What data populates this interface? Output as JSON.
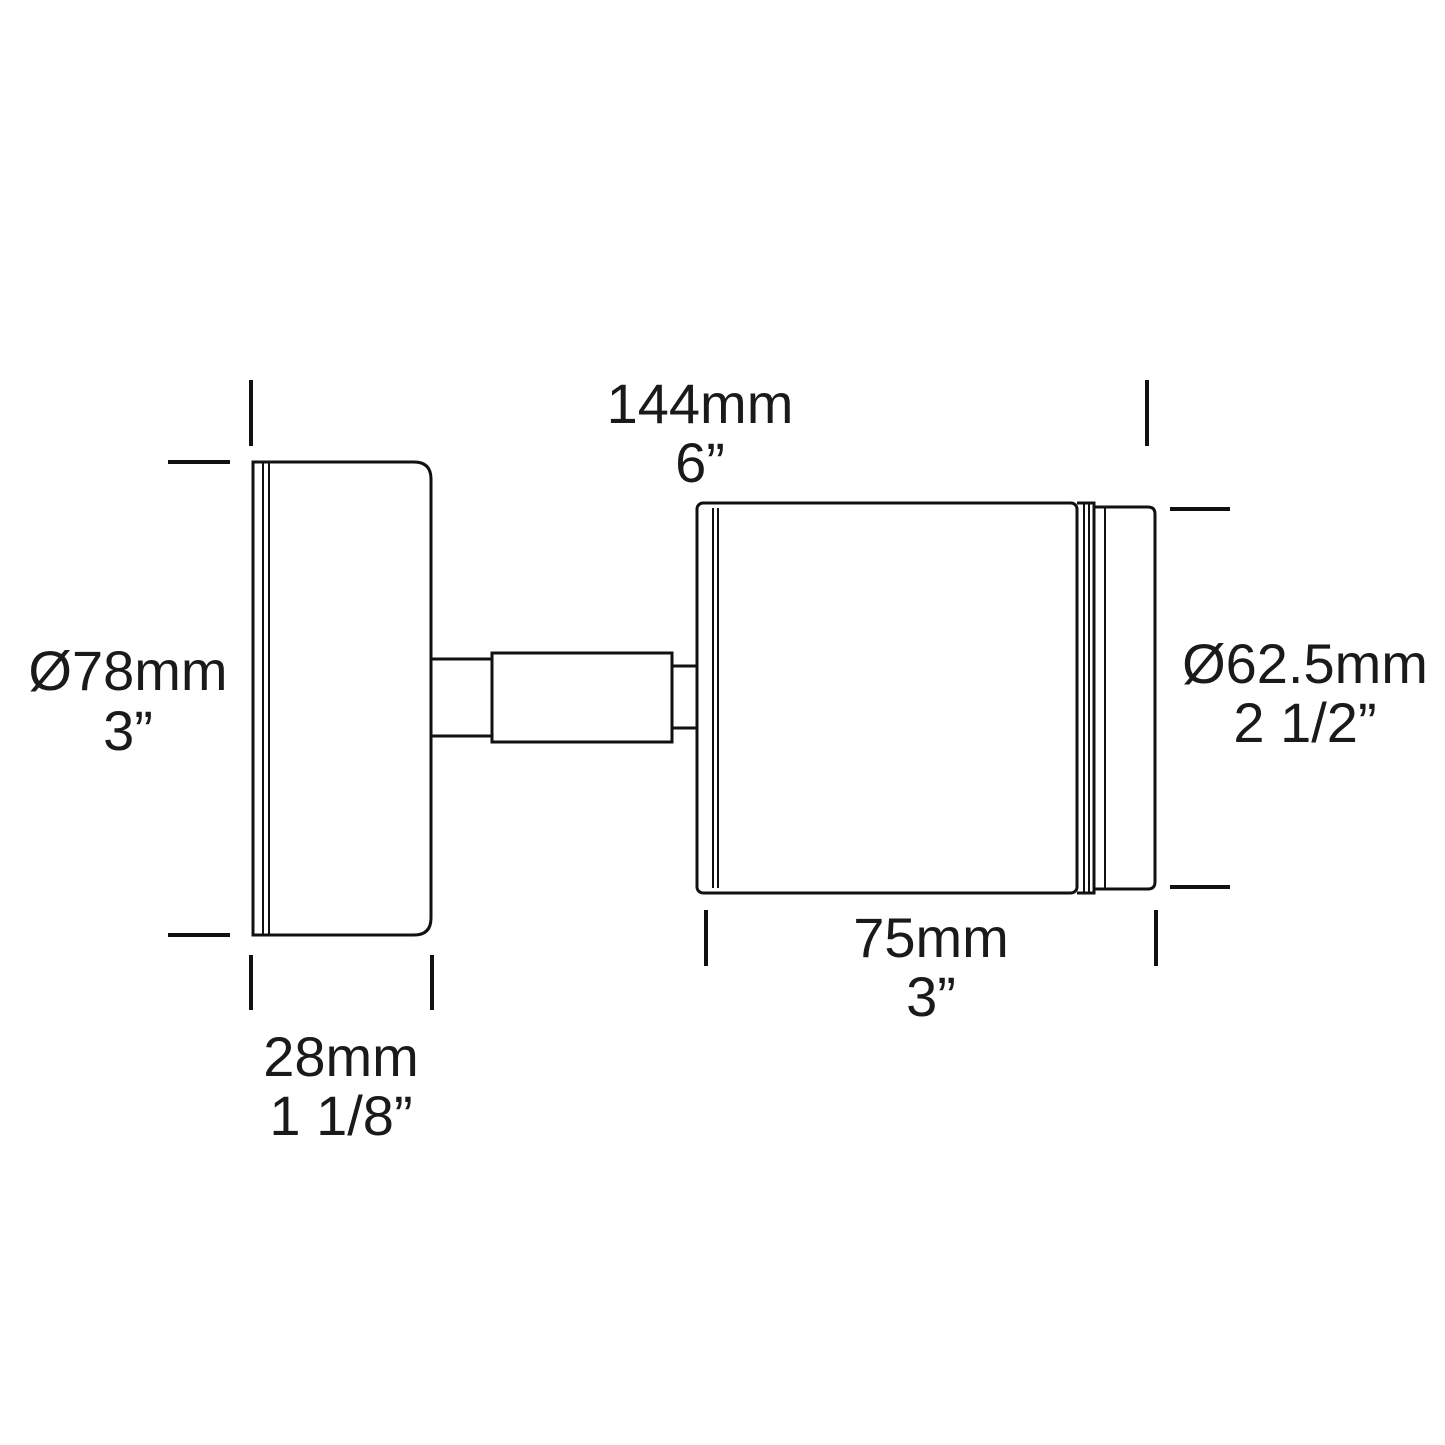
{
  "dimensions": {
    "overall_length": {
      "metric": "144mm",
      "imperial": "6”"
    },
    "base_diameter": {
      "metric": "Ø78mm",
      "imperial": "3”"
    },
    "base_depth": {
      "metric": "28mm",
      "imperial": "1 1/8”"
    },
    "head_length": {
      "metric": "75mm",
      "imperial": "3”"
    },
    "head_diameter": {
      "metric": "Ø62.5mm",
      "imperial": "2 1/2”"
    }
  },
  "colors": {
    "line": "#111111",
    "text": "#1a1a1a",
    "background": "#ffffff"
  }
}
